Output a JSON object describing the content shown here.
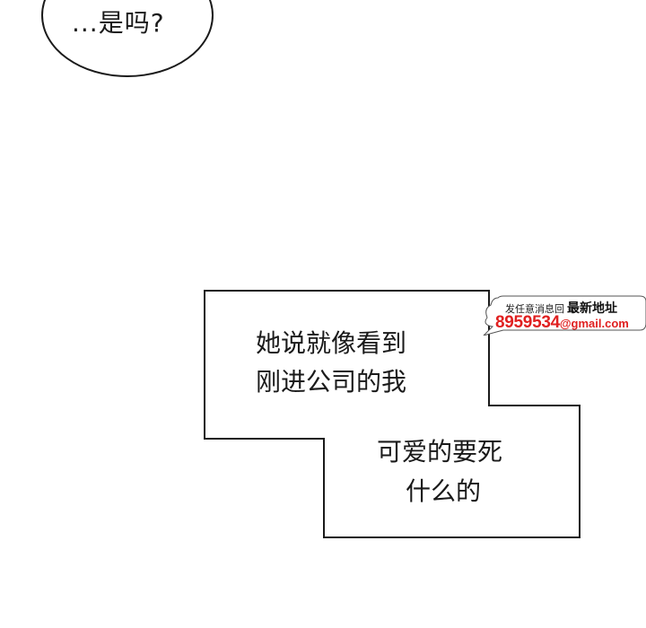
{
  "top_bubble": {
    "text": "...是吗?"
  },
  "narration": {
    "box_a": {
      "line1": "她说就像看到",
      "line2": "刚进公司的我"
    },
    "box_b": {
      "line1": "可爱的要死",
      "line2": "什么的"
    }
  },
  "watermark": {
    "small": "发任意消息回",
    "strong": "最新地址",
    "number": "8959534",
    "domain": "@gmail.com",
    "color": "#e02020"
  }
}
